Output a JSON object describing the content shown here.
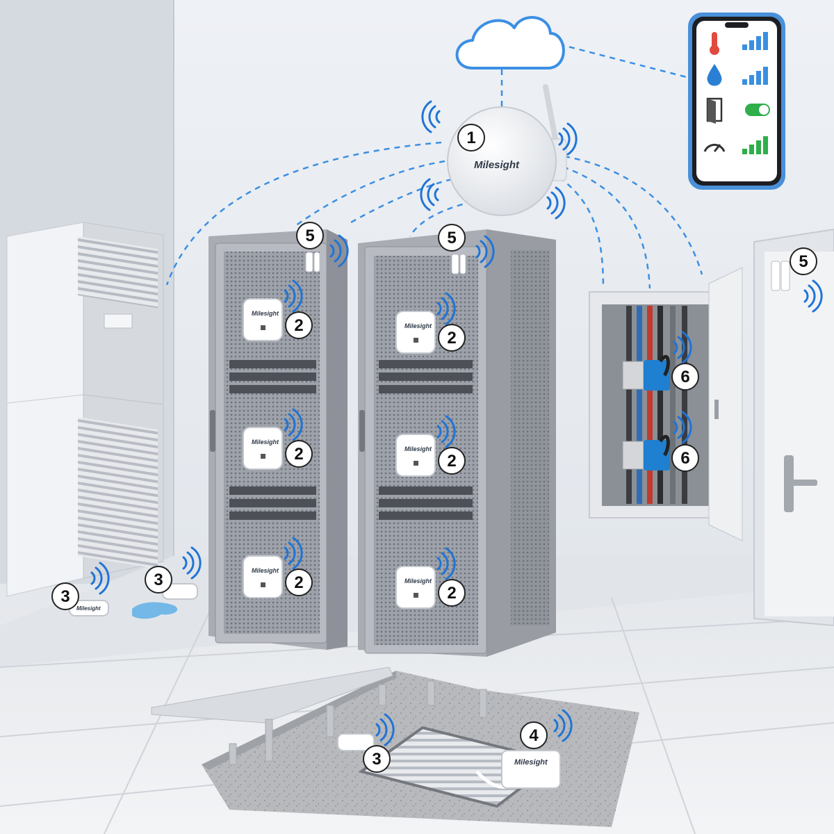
{
  "brand": "Milesight",
  "callouts": {
    "gateway": "1",
    "rack_sensor": "2",
    "leak_sensor": "3",
    "underfloor_device": "4",
    "door_sensor": "5",
    "current_sensor": "6"
  },
  "phone_rows": [
    {
      "icon": "thermometer-icon",
      "indicator": "signal-bars-icon",
      "color": "#3a8fe0"
    },
    {
      "icon": "water-drop-icon",
      "indicator": "signal-bars-icon",
      "color": "#3a8fe0"
    },
    {
      "icon": "door-icon",
      "indicator": "toggle-switch-icon",
      "color": "#2fae4a"
    },
    {
      "icon": "gauge-icon",
      "indicator": "signal-bars-icon",
      "color": "#2fae4a"
    }
  ],
  "colors": {
    "link_blue": "#3b8fe3",
    "wave_blue": "#1f74d6",
    "cabinet_grey": "#b9bcc3",
    "clamp_blue": "#1f7fd0"
  }
}
